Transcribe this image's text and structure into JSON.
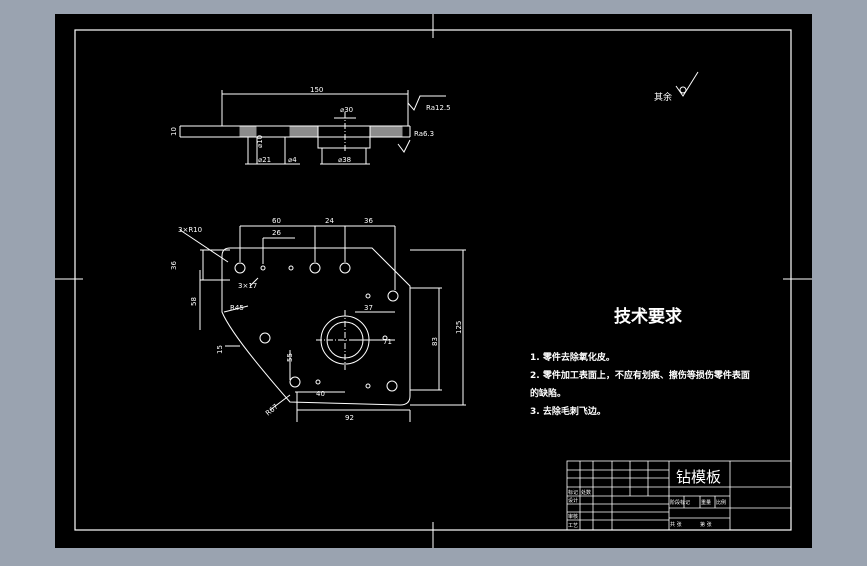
{
  "colors": {
    "frame_outer": "#9aa3b0",
    "paper": "#000000",
    "line": "#ffffff",
    "accent": "#ffffff"
  },
  "top_view": {
    "dim_length": "150",
    "dim_thickness": "10",
    "dim_d30": "⌀30",
    "dim_d38": "⌀38",
    "dim_d10": "⌀10",
    "dim_d4": "⌀4",
    "dim_d21": "⌀21",
    "roughness_top": "Ra12.5",
    "roughness_side": "Ra6.3"
  },
  "front_view": {
    "dim_r10": "3×R10",
    "dim_60": "60",
    "dim_24": "24",
    "dim_36": "36",
    "dim_26": "26",
    "dim_17": "3×17",
    "dim_36v": "36",
    "dim_58": "58",
    "dim_r45": "R45",
    "dim_15": "15",
    "dim_37": "37",
    "dim_71": "71",
    "dim_83": "83",
    "dim_125": "125",
    "dim_55": "55",
    "dim_40": "40",
    "dim_r67": "R67",
    "dim_92": "92"
  },
  "surface_note": {
    "label": "其余"
  },
  "tech_requirements": {
    "title": "技术要求",
    "items": [
      "1. 零件去除氧化皮。",
      "2. 零件加工表面上，不应有划痕、擦伤等损伤零件表面",
      "的缺陷。",
      "3. 去除毛刺飞边。"
    ]
  },
  "title_block": {
    "part_name": "钻模板",
    "row_labels": [
      "标记",
      "处数",
      "设计",
      "审核",
      "工艺"
    ],
    "right_labels": [
      "阶段标记",
      "重量",
      "比例"
    ],
    "bottom_labels": [
      "共  张",
      "第  张"
    ]
  }
}
